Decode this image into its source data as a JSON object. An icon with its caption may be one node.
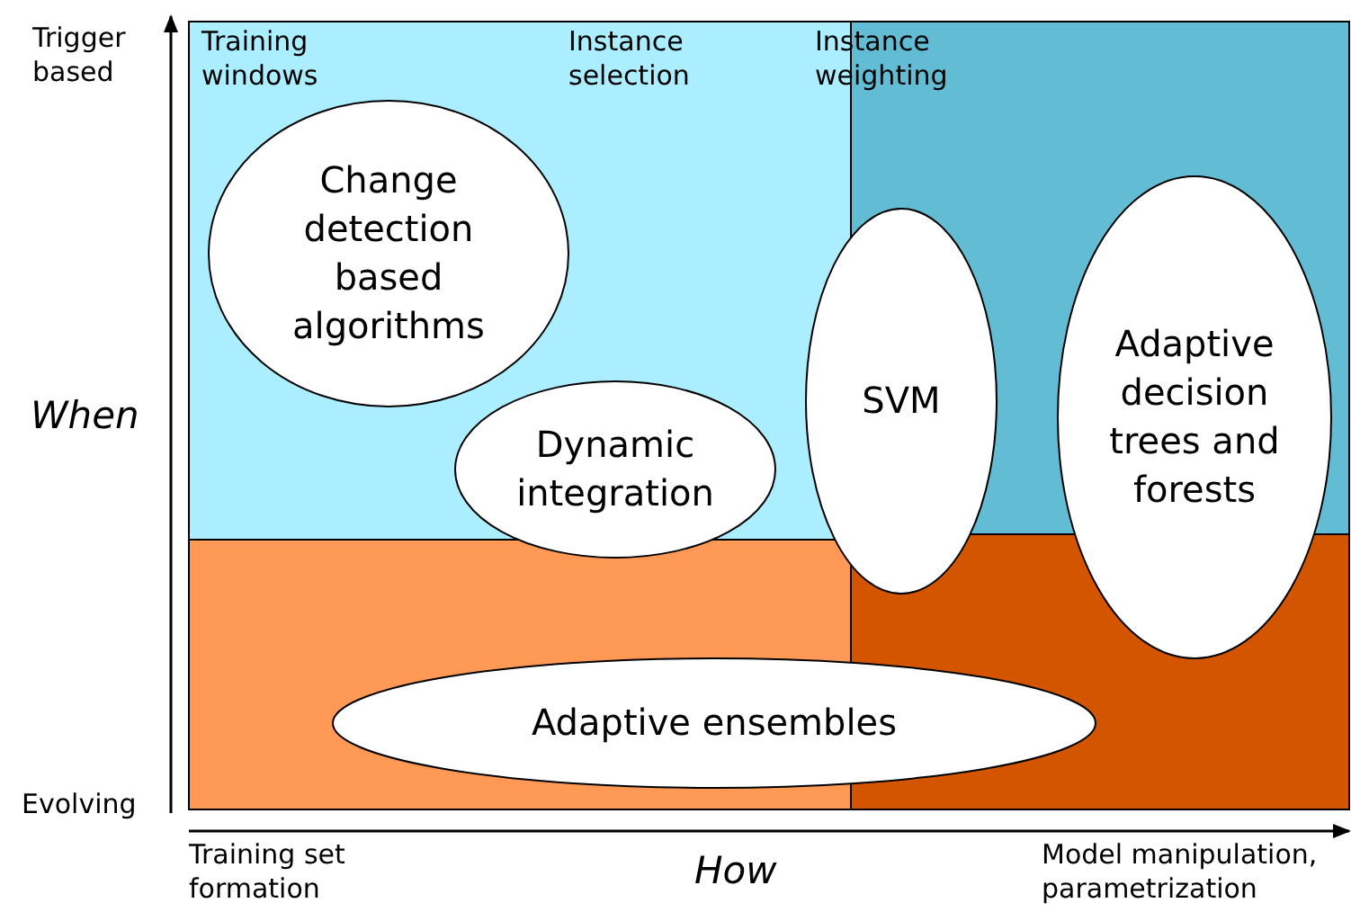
{
  "diagram": {
    "nodes": [
      {
        "text": [
          "Change detection based algorithms"
        ]
      },
      {
        "text": [
          "Dynamic integration"
        ]
      },
      {
        "text": [
          "SVM"
        ]
      },
      {
        "text": [
          "Adaptive decision trees and forests"
        ]
      },
      {
        "text": [
          "Adaptive ensembles"
        ]
      }
    ],
    "edges": [],
    "labels": [
      "Trigger based",
      "Training windows",
      "Instance selection",
      "Instance weighting",
      "When",
      "Evolving",
      "Training set formation",
      "How",
      "Model manipulation, parametrization"
    ]
  }
}
